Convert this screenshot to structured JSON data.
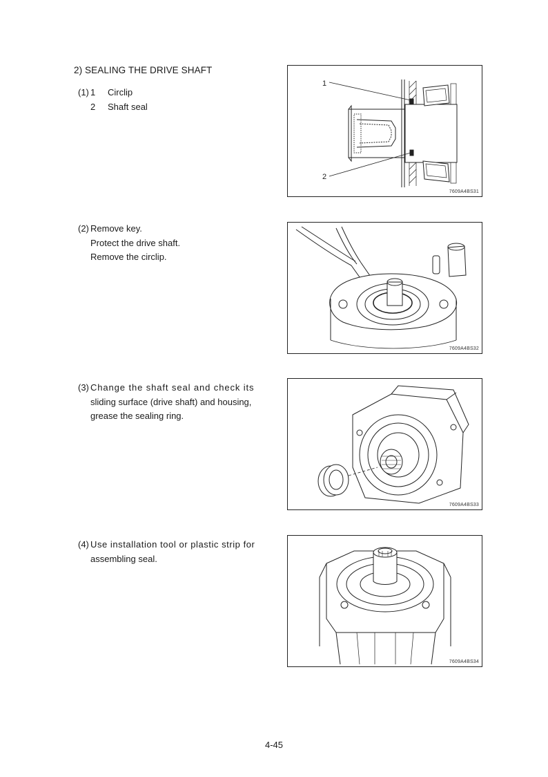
{
  "section": {
    "title": "2) SEALING THE DRIVE SHAFT"
  },
  "steps": [
    {
      "number": "(1)",
      "legend": [
        {
          "id": "1",
          "label": "Circlip"
        },
        {
          "id": "2",
          "label": "Shaft seal"
        }
      ],
      "figure": {
        "code": "7609A4BS31",
        "callouts": [
          "1",
          "2"
        ]
      }
    },
    {
      "number": "(2)",
      "lines": [
        "Remove key.",
        "Protect the drive shaft.",
        "Remove the circlip."
      ],
      "figure": {
        "code": "7609A4BS32"
      }
    },
    {
      "number": "(3)",
      "lines": [
        "Change the shaft seal and check its",
        "sliding surface (drive shaft) and housing,",
        "grease the sealing ring."
      ],
      "figure": {
        "code": "7609A4BS33"
      }
    },
    {
      "number": "(4)",
      "lines": [
        "Use installation tool or plastic strip for",
        "assembling seal."
      ],
      "figure": {
        "code": "7609A4BS34"
      }
    }
  ],
  "page_number": "4-45"
}
